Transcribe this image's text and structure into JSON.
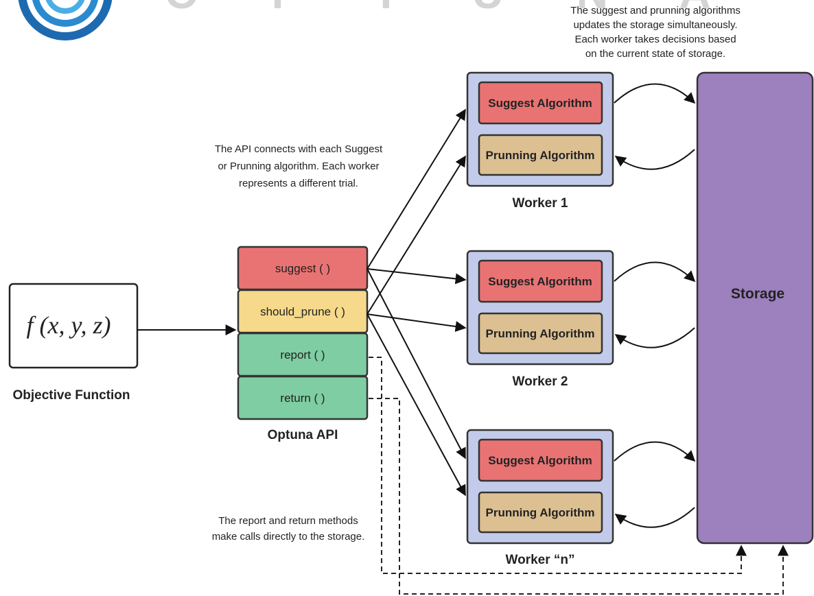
{
  "logo": {
    "letters": "O P T U N A"
  },
  "objective": {
    "formula": "f (x, y, z)",
    "caption": "Objective Function"
  },
  "api": {
    "caption": "Optuna API",
    "methods": [
      {
        "label": "suggest ( )",
        "color": "#e97373"
      },
      {
        "label": "should_prune ( )",
        "color": "#f6d98a"
      },
      {
        "label": "report ( )",
        "color": "#7fcda3"
      },
      {
        "label": "return ( )",
        "color": "#7fcda3"
      }
    ]
  },
  "workers": [
    {
      "caption": "Worker 1",
      "suggest": "Suggest Algorithm",
      "prune": "Prunning Algorithm"
    },
    {
      "caption": "Worker 2",
      "suggest": "Suggest Algorithm",
      "prune": "Prunning Algorithm"
    },
    {
      "caption": "Worker “n”",
      "suggest": "Suggest Algorithm",
      "prune": "Prunning Algorithm"
    }
  ],
  "storage": {
    "label": "Storage",
    "color": "#9d80be"
  },
  "notes": {
    "top": [
      "The suggest and prunning algorithms",
      "updates the storage simultaneously.",
      "Each worker takes decisions based",
      "on the current state of storage."
    ],
    "api": [
      "The API connects with each Suggest",
      "or Prunning algorithm. Each worker",
      "represents a different trial."
    ],
    "report": [
      "The report and return methods",
      "make calls directly to the storage."
    ]
  },
  "colors": {
    "worker_fill": "#c3cbea",
    "suggest_fill": "#e97373",
    "prune_fill": "#dcc092",
    "logo_blue": "#1e6ab0"
  }
}
